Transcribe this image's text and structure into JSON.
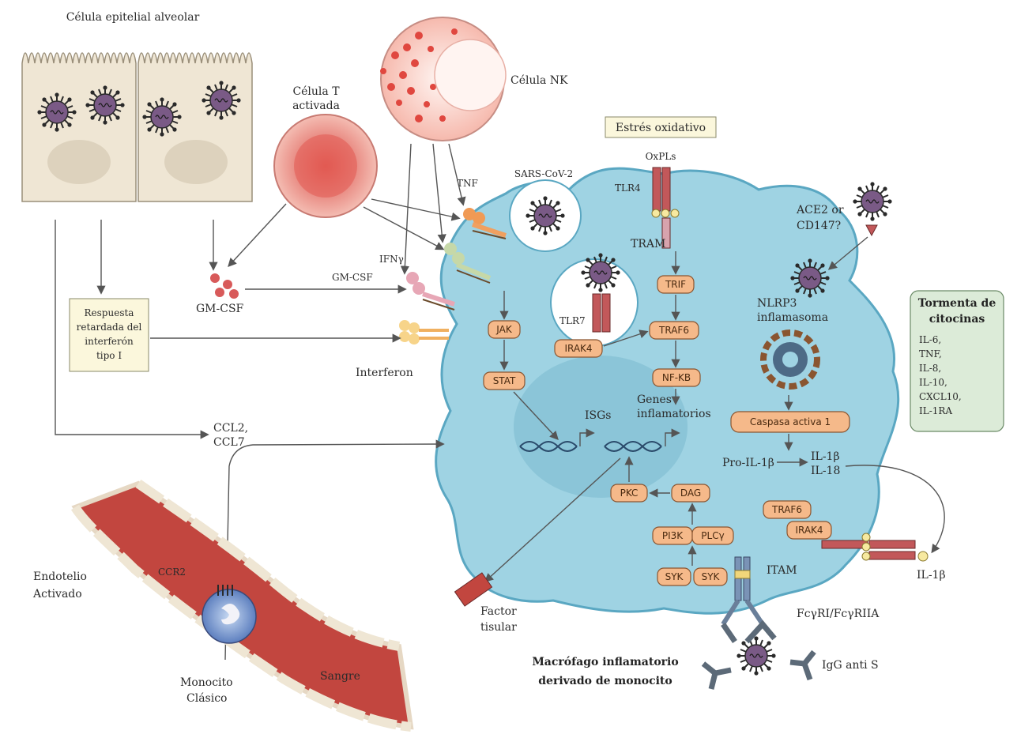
{
  "colors": {
    "macrophage": "#9fd3e3",
    "macrophage_edge": "#5aa7c2",
    "epithelium": "#efe6d4",
    "tcell": "#e4837a",
    "nkcell": "#f7c3b8",
    "vessel": "#c2463f",
    "node_fill": "#f5b98a",
    "virus": "#7a5a86"
  },
  "labels": {
    "epithelial_cell": "Célula epitelial alveolar",
    "nk_cell": "Célula NK",
    "t_cell_line1": "Célula T",
    "t_cell_line2": "activada",
    "oxidative_stress": "Estrés oxidativo",
    "oxpls": "OxPLs",
    "tlr4": "TLR4",
    "tram": "TRAM",
    "sars": "SARS-CoV-2",
    "tnf": "TNF",
    "ifng": "IFNγ",
    "gmcsf_receptor": "GM-CSF",
    "gmcsf": "GM-CSF",
    "interferon": "Interferon",
    "delayed_box": [
      "Respuesta",
      "retardada del",
      "interferón",
      "tipo I"
    ],
    "ccl_line1": "CCL2,",
    "ccl_line2": "CCL7",
    "ace2_line1": "ACE2 or",
    "ace2_line2": "CD147?",
    "tlr7": "TLR7",
    "nlrp3_line1": "NLRP3",
    "nlrp3_line2": "inflamasoma",
    "isgs": "ISGs",
    "genes_line1": "Genes",
    "genes_line2": "inflamatorios",
    "pro_il1b": "Pro-IL-1β",
    "il1b_il18_line1": "IL-1β",
    "il1b_il18_line2": "IL-18",
    "il1b": "IL-1β",
    "itam": "ITAM",
    "fcr": "FcγRI/FcγRIIA",
    "igg": "IgG anti S",
    "tissue_factor_line1": "Factor",
    "tissue_factor_line2": "tisular",
    "macrophage_line1": "Macrófago inflamatorio",
    "macrophage_line2": "derivado de monocito",
    "endothelium_line1": "Endotelio",
    "endothelium_line2": "Activado",
    "ccr2": "CCR2",
    "monocyte_line1": "Monocito",
    "monocyte_line2": "Clásico",
    "blood": "Sangre"
  },
  "nodes": {
    "jak": "JAK",
    "stat": "STAT",
    "irak4": "IRAK4",
    "trif": "TRIF",
    "traf6": "TRAF6",
    "nfkb": "NF-KB",
    "caspase": "Caspasa activa 1",
    "pkc": "PKC",
    "dag": "DAG",
    "pi3k": "PI3K",
    "plcg": "PLCγ",
    "syk1": "SYK",
    "syk2": "SYK",
    "traf6_b": "TRAF6",
    "irak4_b": "IRAK4"
  },
  "cytokine_storm": {
    "title_line1": "Tormenta de",
    "title_line2": "citocinas",
    "items": [
      "IL-6,",
      "TNF,",
      "IL-8,",
      "IL-10,",
      "CXCL10,",
      "IL-1RA"
    ]
  }
}
